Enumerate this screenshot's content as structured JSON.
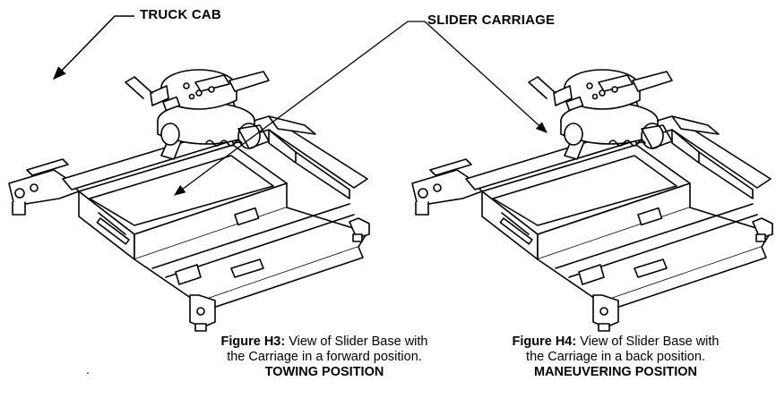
{
  "labels": {
    "truck_cab": "TRUCK CAB",
    "slider_carriage": "SLIDER CARRIAGE"
  },
  "figures": [
    {
      "figure_id": "Figure H3:",
      "line1_rest": " View of Slider Base with",
      "line2": "the Carriage in a forward position.",
      "position": "TOWING POSITION"
    },
    {
      "figure_id": "Figure H4:",
      "line1_rest": " View of Slider Base with",
      "line2": "the Carriage in a back position.",
      "position": "MANEUVERING POSITION"
    }
  ],
  "stray_mark": "."
}
